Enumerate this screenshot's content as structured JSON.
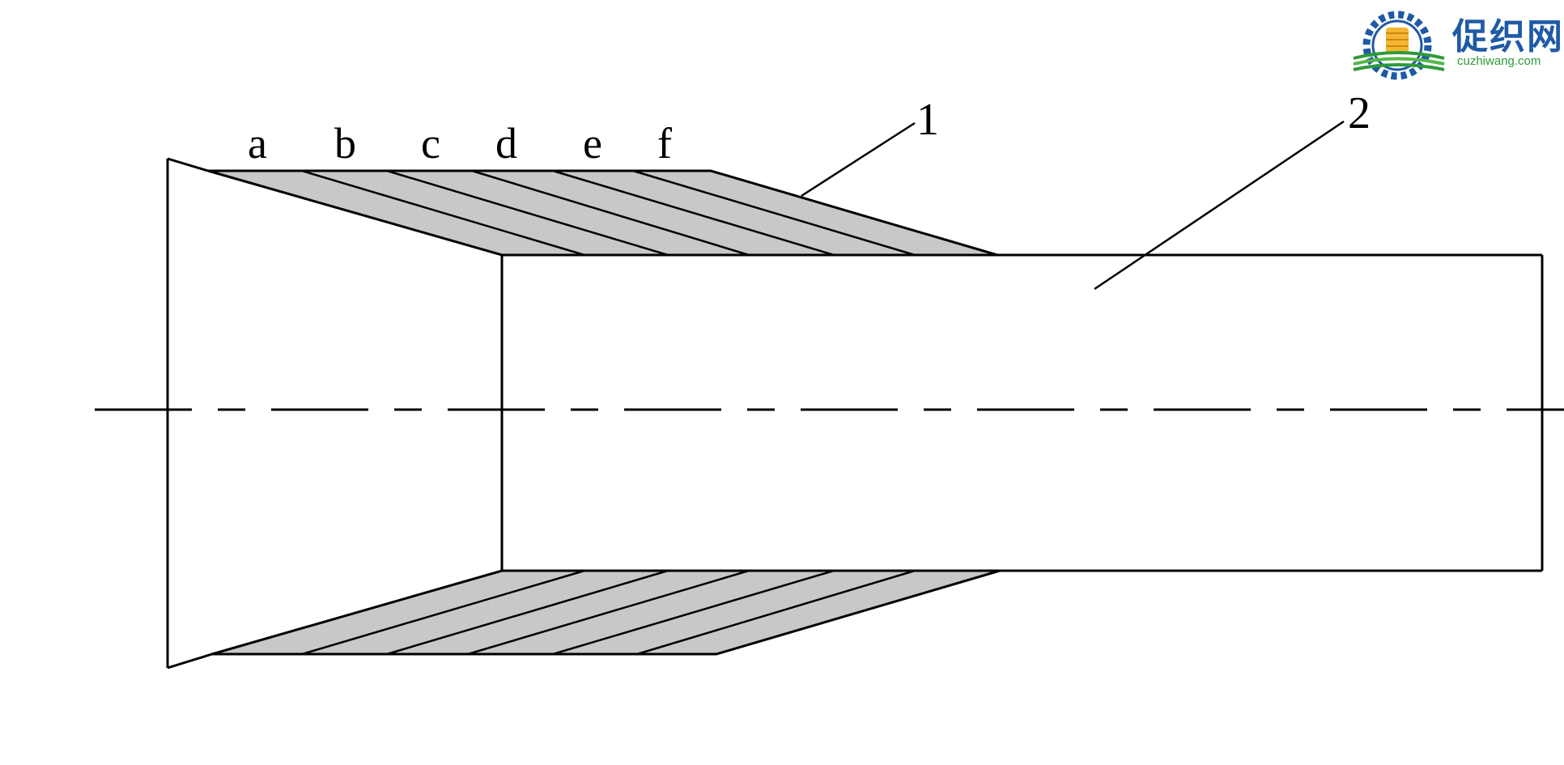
{
  "diagram": {
    "layer_labels": [
      "a",
      "b",
      "c",
      "d",
      "e",
      "f"
    ],
    "callouts": {
      "one": "1",
      "two": "2"
    }
  },
  "logo": {
    "cn": "促织网",
    "en": "cuzhiwang.com"
  },
  "colors": {
    "hatch_fill": "#c8c8c8",
    "line": "#000000",
    "logo_blue": "#1f5aa6",
    "logo_green": "#2e9a3a",
    "logo_yellow": "#f2b632"
  }
}
